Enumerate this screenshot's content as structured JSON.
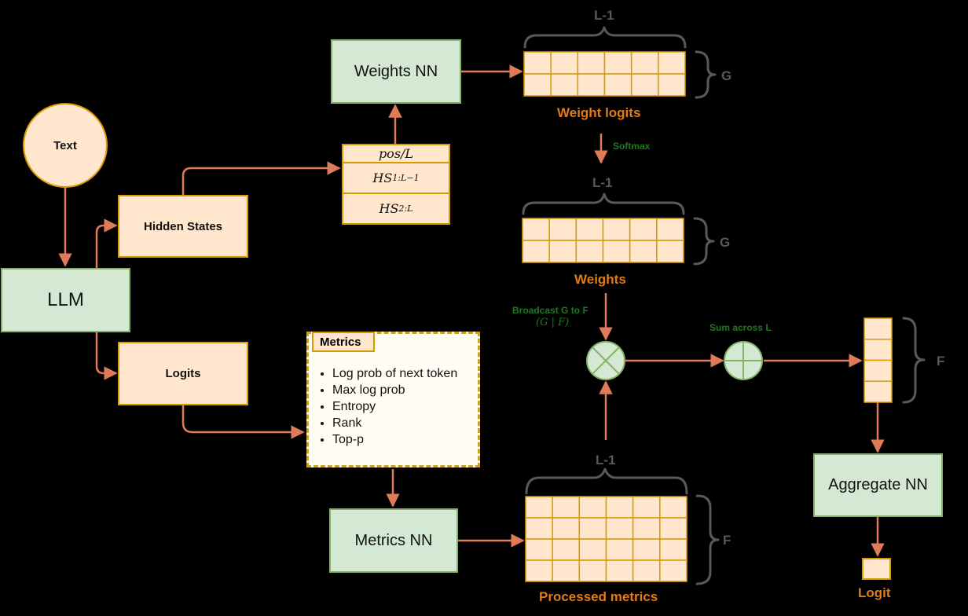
{
  "nodes": {
    "text": "Text",
    "llm": "LLM",
    "hidden_states": "Hidden States",
    "logits": "Logits",
    "weights_nn": "Weights NN",
    "metrics_nn": "Metrics NN",
    "aggregate_nn": "Aggregate NN"
  },
  "hs_stack": {
    "row1": "pos/L",
    "row2_main": "HS",
    "row2_sub": "1:L−1",
    "row3_main": "HS",
    "row3_sub": "2:L"
  },
  "metrics_panel": {
    "title": "Metrics",
    "items": [
      "Log prob of next token",
      "Max log prob",
      "Entropy",
      "Rank",
      "Top-p"
    ]
  },
  "labels": {
    "weight_logits": "Weight logits",
    "weights": "Weights",
    "processed_metrics": "Processed metrics",
    "logit": "Logit",
    "softmax": "Softmax",
    "broadcast": "Broadcast G to F",
    "broadcast_formula": "(G | F)",
    "sum_across": "Sum across L"
  },
  "dims": {
    "l_minus_1_top": "L-1",
    "l_minus_1_mid": "L-1",
    "l_minus_1_bottom": "L-1",
    "g_top": "G",
    "g_mid": "G",
    "f_bottom": "F",
    "f_right": "F"
  },
  "grids": {
    "weight_logits": {
      "cols": 6,
      "rows": 2
    },
    "weights": {
      "cols": 6,
      "rows": 2
    },
    "processed_metrics": {
      "cols": 6,
      "rows": 4
    },
    "aggregated": {
      "cols": 1,
      "rows": 4
    }
  },
  "colors": {
    "background": "#000000",
    "edge": "#e07b5a",
    "green_fill": "#d5e8d4",
    "green_stroke": "#82b366",
    "peach_fill": "#ffe6cc",
    "peach_stroke": "#d79b00",
    "label_orange": "#e07b16",
    "dim_gray": "#595959",
    "label_green": "#1e7a1e"
  }
}
